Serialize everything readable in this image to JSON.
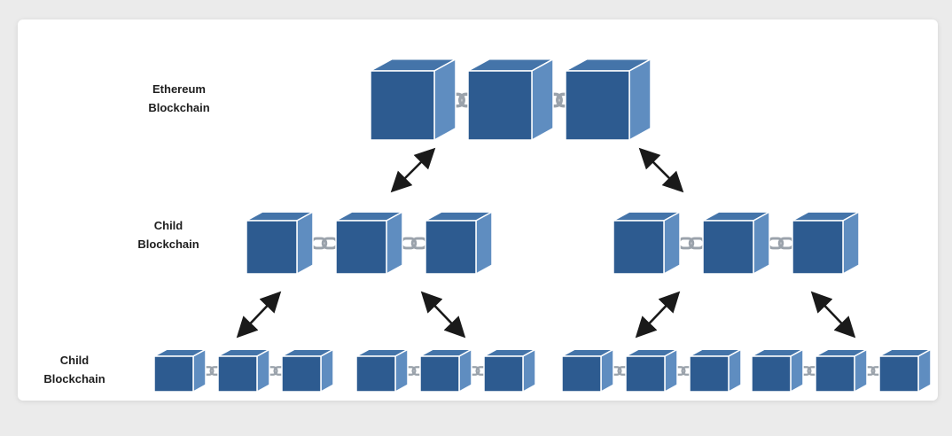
{
  "labels": {
    "ethereum": [
      "Ethereum",
      "Blockchain"
    ],
    "child_level_1": [
      "Child",
      "Blockchain"
    ],
    "child_level_2": [
      "Child",
      "Blockchain"
    ]
  },
  "chains": {
    "root": {
      "block_count": 3
    },
    "level_1": {
      "chain_count": 2,
      "blocks_per_chain": 3
    },
    "level_2": {
      "chain_count": 4,
      "blocks_per_chain": 3
    }
  },
  "colors": {
    "cube_front": "#2d5b90",
    "cube_side": "#5f8dc0",
    "cube_top": "#4474a9",
    "cube_edge": "#ffffff",
    "link": "#9aa2ab",
    "arrow": "#1a1a1a",
    "label": "#1e1e1e"
  }
}
